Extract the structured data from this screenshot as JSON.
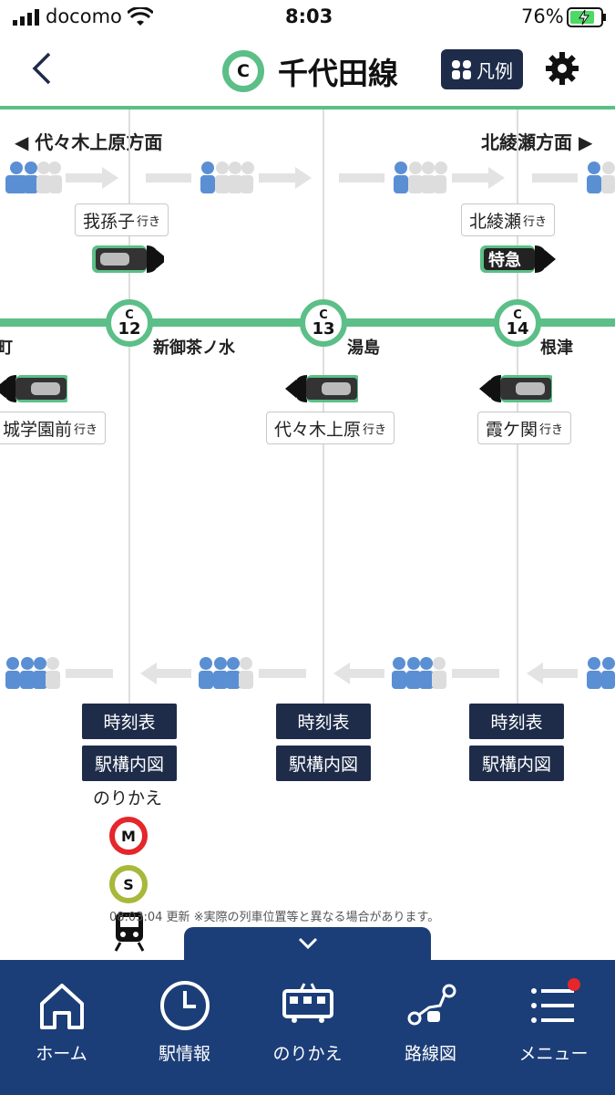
{
  "status": {
    "carrier": "docomo",
    "time": "8:03",
    "battery": "76%"
  },
  "header": {
    "line_code": "C",
    "line_name": "千代田線",
    "legend_label": "凡例"
  },
  "directions": {
    "left": "代々木上原方面",
    "right": "北綾瀬方面"
  },
  "stations": [
    {
      "code": "C",
      "num": "12",
      "name": "新御茶ノ水"
    },
    {
      "code": "C",
      "num": "13",
      "name": "湯島"
    },
    {
      "code": "C",
      "num": "14",
      "name": "根津"
    }
  ],
  "left_station_partial": "町",
  "trains_up": [
    {
      "dest": "我孫子",
      "suffix": "行き",
      "type": ""
    },
    {
      "dest": "北綾瀬",
      "suffix": "行き",
      "type": "特急"
    }
  ],
  "trains_down": [
    {
      "dest": "城学園前",
      "suffix": "行き"
    },
    {
      "dest": "代々木上原",
      "suffix": "行き"
    },
    {
      "dest": "霞ケ関",
      "suffix": "行き"
    }
  ],
  "station_buttons": {
    "timetable": "時刻表",
    "station_map": "駅構内図"
  },
  "transfer": {
    "label": "のりかえ",
    "lines": [
      {
        "code": "M",
        "color": "#e5262a"
      },
      {
        "code": "S",
        "color": "#a8b83a"
      }
    ]
  },
  "update_note": "08:03:04 更新 ※実際の列車位置等と異なる場合があります。",
  "tabs": [
    {
      "label": "ホーム",
      "icon": "home-icon"
    },
    {
      "label": "駅情報",
      "icon": "clock-icon"
    },
    {
      "label": "のりかえ",
      "icon": "train-icon"
    },
    {
      "label": "路線図",
      "icon": "route-map-icon"
    },
    {
      "label": "メニュー",
      "icon": "menu-icon"
    }
  ],
  "colors": {
    "line": "#5bbf87",
    "navy": "#1e2c4a",
    "tabbar": "#1c3e78",
    "crowd": "#5b8fd4"
  }
}
